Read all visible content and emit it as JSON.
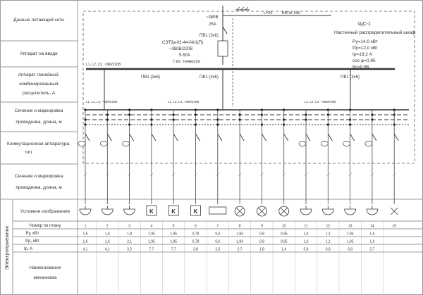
{
  "left_labels": {
    "supply_data": "Данные питающей сети",
    "input_device": "Аппарат на вводе",
    "line_device": [
      "Аппарат линейный,",
      "комбинированный",
      "расцепитель, А"
    ],
    "section_marking_1": [
      "Сечение и маркировка",
      "проводника, длина, м"
    ],
    "switching_type": [
      "Коммутационная аппаратура,",
      "тип"
    ],
    "section_marking_2": [
      "Сечение и маркировка",
      "проводника, длина, м"
    ],
    "symbol": "Условное изображение",
    "plan_number": "Номер по плану",
    "pu": "Ру, кВт",
    "pp": "Рр, кВт",
    "ip": "Ip, A",
    "name": [
      "Наименование",
      "механизма"
    ],
    "receiver_vertical": "Электроприемник"
  },
  "header": {
    "voltage": "~380В",
    "current": "25А",
    "length": "L=20",
    "cable": "ВВГнг 5х6",
    "panel_id": "ЩС-1",
    "panel_name": "Настенный распределительный шкаф"
  },
  "meter": {
    "lines": [
      "СЭТ3а-02-44-04/1(П)",
      "~380В/220В",
      "5-50А",
      "I кл. точности"
    ]
  },
  "params": [
    "Ру=14,0 кВт",
    "Рр=12,0 кВт",
    "Ip=19,2 А",
    "cos φ=0,95",
    "Кс=0,86"
  ],
  "labels": {
    "pv1": "ПВ1 (3х6)",
    "bus": "L1, L2, L3, ~380/220В"
  },
  "plan_numbers": [
    "1",
    "2",
    "3",
    "4",
    "5",
    "6",
    "7",
    "8",
    "9",
    "10",
    "11",
    "12",
    "13",
    "14",
    "15"
  ],
  "pu_values": [
    "1,6",
    "1,6",
    "1,8",
    "1,95",
    "1,95",
    "0,78",
    "0,6",
    "1,84",
    "0,8",
    "0,95",
    "1,6",
    "1,1",
    "1,95",
    "1,6",
    ""
  ],
  "pp_values": [
    "1,6",
    "1,6",
    "2,1",
    "1,95",
    "1,95",
    "0,78",
    "0,6",
    "1,84",
    "0,8",
    "0,95",
    "1,6",
    "1,1",
    "1,95",
    "1,6",
    ""
  ],
  "ip_values": [
    "4,1",
    "4,1",
    "3,2",
    "7,7",
    "7,7",
    "3,8",
    "2,5",
    "2,7",
    "1,8",
    "1,4",
    "5,8",
    "6,8",
    "6,8",
    "2,7",
    ""
  ],
  "symbol_types": [
    "socket",
    "socket",
    "socket",
    "K",
    "K",
    "K",
    "rect",
    "lamp",
    "lamp",
    "lamp",
    "socket",
    "socket",
    "socket",
    "socket",
    "x"
  ]
}
